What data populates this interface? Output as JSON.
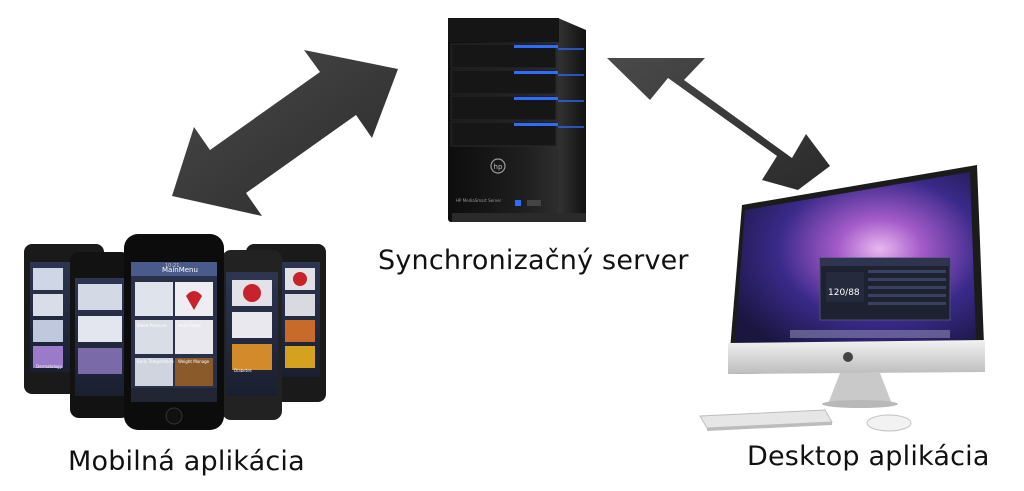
{
  "nodes": {
    "server": {
      "label": "Synchronizačný server",
      "brand_text": "HP MediaSmart Server"
    },
    "mobile": {
      "label": "Mobilná aplikácia"
    },
    "desktop": {
      "label": "Desktop aplikácia"
    }
  },
  "mobile_screens": {
    "title": "MainMenu",
    "time": "10:21",
    "tiles": [
      "Blood Pressure",
      "Heart Pulse",
      "Body Temperature",
      "Weight Manage",
      "Dermatology",
      "Diabetes"
    ]
  },
  "desktop_screen": {
    "reading": "120/88"
  },
  "colors": {
    "arrow": "#3a3a3a",
    "server_led": "#2f6bff",
    "server_body": "#1b1b1b"
  },
  "icons": [
    "double-arrow-icon",
    "server-tower-icon",
    "smartphone-icon",
    "imac-icon",
    "keyboard-icon",
    "mouse-icon",
    "apple-logo-icon"
  ]
}
